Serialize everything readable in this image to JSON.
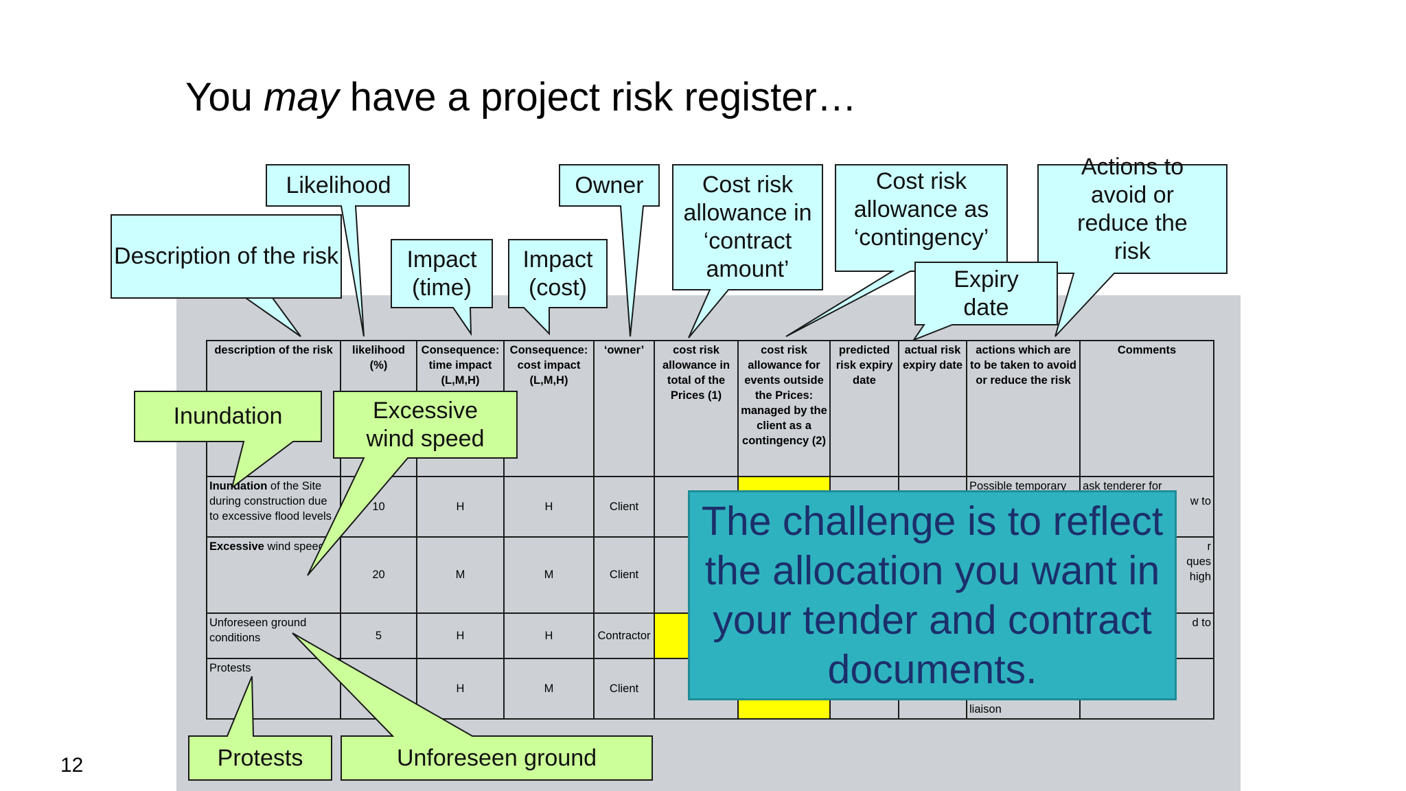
{
  "slide": {
    "title_pre": "You ",
    "title_em": "may",
    "title_post": " have a project risk register…",
    "page_number": "12"
  },
  "colors": {
    "callout_cyan": "#ccffff",
    "callout_green": "#ccff99",
    "highlight_yellow": "#ffff00",
    "overlay_teal": "#2fb2bf",
    "overlay_text": "#1b2f6b",
    "panel_grey": "#cdd1d6"
  },
  "table": {
    "headers": [
      "description of the risk",
      "likelihood (%)",
      "Consequence: time impact (L,M,H)",
      "Consequence: cost impact (L,M,H)",
      "‘owner’",
      "cost risk allowance in total of the Prices (1)",
      "cost risk allowance for events outside the Prices: managed by the client as a contingency (2)",
      "predicted risk expiry date",
      "actual risk expiry date",
      "actions which are to be taken to avoid or reduce the risk",
      "Comments"
    ],
    "rows": [
      {
        "desc_bold": "Inundation",
        "desc_rest": " of the Site during construction due to excessive flood levels",
        "likelihood": "10",
        "time": "H",
        "cost": "H",
        "owner": "Client",
        "actions": "Possible temporary",
        "comments": "ask tenderer for",
        "comments_tail": "w to"
      },
      {
        "desc_bold": "Excessive",
        "desc_rest": " wind speeds",
        "likelihood": "20",
        "time": "M",
        "cost": "M",
        "owner": "Client",
        "actions": "",
        "comments": "",
        "comments_tail": "r\nques\nhigh"
      },
      {
        "desc_bold": "",
        "desc_rest": "Unforeseen ground conditions",
        "likelihood": "5",
        "time": "H",
        "cost": "H",
        "owner": "Contractor",
        "actions": "",
        "comments": "",
        "comments_tail": "d to"
      },
      {
        "desc_bold": "",
        "desc_rest": "Protests",
        "likelihood": "5",
        "time": "H",
        "cost": "M",
        "owner": "Client",
        "actions": "liaison",
        "comments": "",
        "comments_tail": ""
      }
    ]
  },
  "callouts": {
    "likelihood": "Likelihood",
    "description": "Description of the risk",
    "impact_time": "Impact (time)",
    "impact_cost": "Impact (cost)",
    "owner": "Owner",
    "cost_contract": "Cost risk allowance in ‘contract amount’",
    "cost_contingency": "Cost risk allowance as ‘contingency’",
    "expiry": "Expiry date",
    "actions": "Actions to avoid or reduce the risk",
    "inundation": "Inundation",
    "wind": "Excessive wind speed",
    "protests": "Protests",
    "ground": "Unforeseen ground"
  },
  "overlay": {
    "text": "The challenge is to reflect the allocation you want in your tender and contract documents."
  }
}
